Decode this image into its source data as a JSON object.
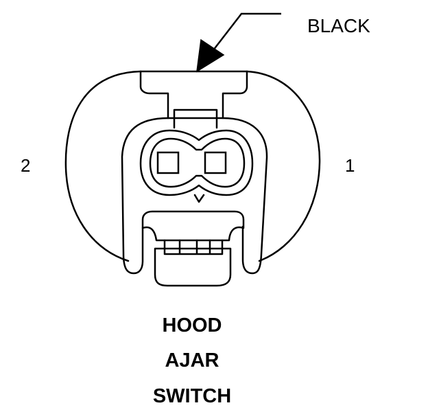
{
  "callout": {
    "color_label": "BLACK"
  },
  "pins": {
    "left": "2",
    "right": "1"
  },
  "title_lines": [
    "HOOD",
    "AJAR",
    "SWITCH"
  ],
  "colors": {
    "stroke": "#000000",
    "background": "#ffffff"
  }
}
